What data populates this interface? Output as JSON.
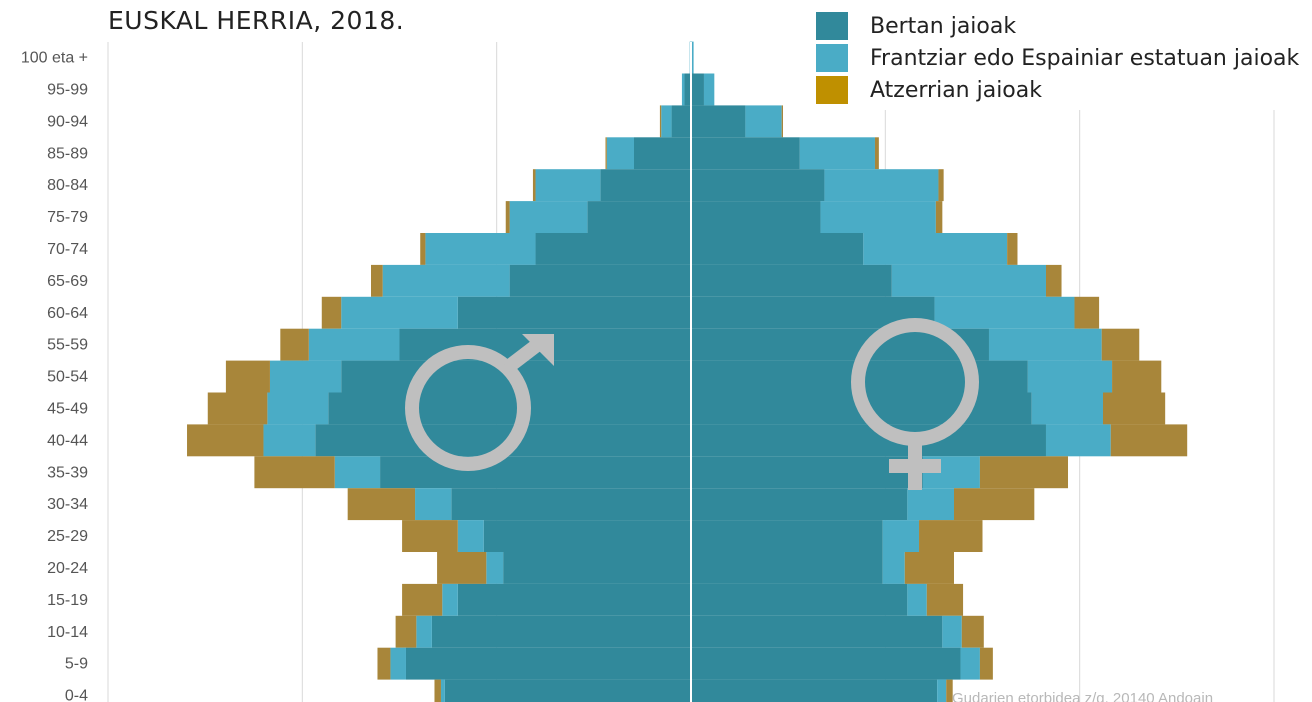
{
  "title": "EUSKAL HERRIA, 2018.",
  "footer": "Gudarien etorbidea z/g. 20140 Andoain",
  "colors": {
    "native": "#31899b",
    "state": "#4aacc6",
    "foreign": "#a8863a",
    "symbol": "#bfbfbf",
    "grid": "#d9d9d9",
    "axis": "#ffffff"
  },
  "legend": [
    {
      "label": "Bertan jaioak",
      "color": "#31899b"
    },
    {
      "label": "Frantziar edo Espainiar estatuan jaioak",
      "color": "#4aacc6"
    },
    {
      "label": "Atzerrian jaioak",
      "color": "#bf9000"
    }
  ],
  "chart_data": {
    "type": "bar",
    "orientation": "horizontal-pyramid",
    "categories": [
      "100 eta +",
      "95-99",
      "90-94",
      "85-89",
      "80-84",
      "75-79",
      "70-74",
      "65-69",
      "60-64",
      "55-59",
      "50-54",
      "45-49",
      "40-44",
      "35-39",
      "30-34",
      "25-29",
      "20-24",
      "15-19",
      "10-14",
      "5-9",
      "0-4"
    ],
    "series": [
      {
        "name": "Bertan jaioak",
        "side": "left",
        "values": [
          0,
          500,
          1500,
          4400,
          7000,
          8000,
          12000,
          14000,
          18000,
          22500,
          27000,
          28000,
          29000,
          24000,
          18500,
          16000,
          14500,
          18000,
          20000,
          22000,
          19000
        ]
      },
      {
        "name": "Frantziar edo Espainiar estatuan jaioak",
        "side": "left",
        "values": [
          100,
          200,
          800,
          2100,
          5000,
          6000,
          8500,
          9800,
          9000,
          7000,
          5500,
          4700,
          4000,
          3500,
          2800,
          2000,
          1300,
          1200,
          1200,
          1200,
          300
        ]
      },
      {
        "name": "Atzerrian jaioak",
        "side": "left",
        "values": [
          0,
          0,
          100,
          100,
          200,
          300,
          400,
          900,
          1500,
          2200,
          3400,
          4600,
          5900,
          6200,
          5200,
          4300,
          3800,
          3100,
          1600,
          1000,
          500
        ]
      },
      {
        "name": "Bertan jaioak",
        "side": "right",
        "values": [
          0,
          1000,
          4200,
          8400,
          10300,
          10000,
          13300,
          15500,
          18800,
          23000,
          26000,
          26300,
          27400,
          17900,
          16700,
          14800,
          14800,
          16700,
          19400,
          20800,
          19000
        ]
      },
      {
        "name": "Frantziar edo Espainiar estatuan jaioak",
        "side": "right",
        "values": [
          200,
          800,
          2800,
          5800,
          8800,
          8900,
          11100,
          11900,
          10800,
          8700,
          6500,
          5500,
          5000,
          4400,
          3600,
          2800,
          1700,
          1500,
          1500,
          1500,
          700
        ]
      },
      {
        "name": "Atzerrian jaioak",
        "side": "right",
        "values": [
          0,
          0,
          100,
          300,
          400,
          500,
          800,
          1200,
          1900,
          2900,
          3800,
          4800,
          5900,
          6800,
          6200,
          4900,
          3800,
          2800,
          1700,
          1000,
          500
        ]
      }
    ],
    "xlim": [
      -45000,
      45000
    ],
    "grid": true,
    "gridlines": [
      -30000,
      -15000,
      15000,
      30000,
      45000
    ],
    "legend_position": "top-right"
  }
}
